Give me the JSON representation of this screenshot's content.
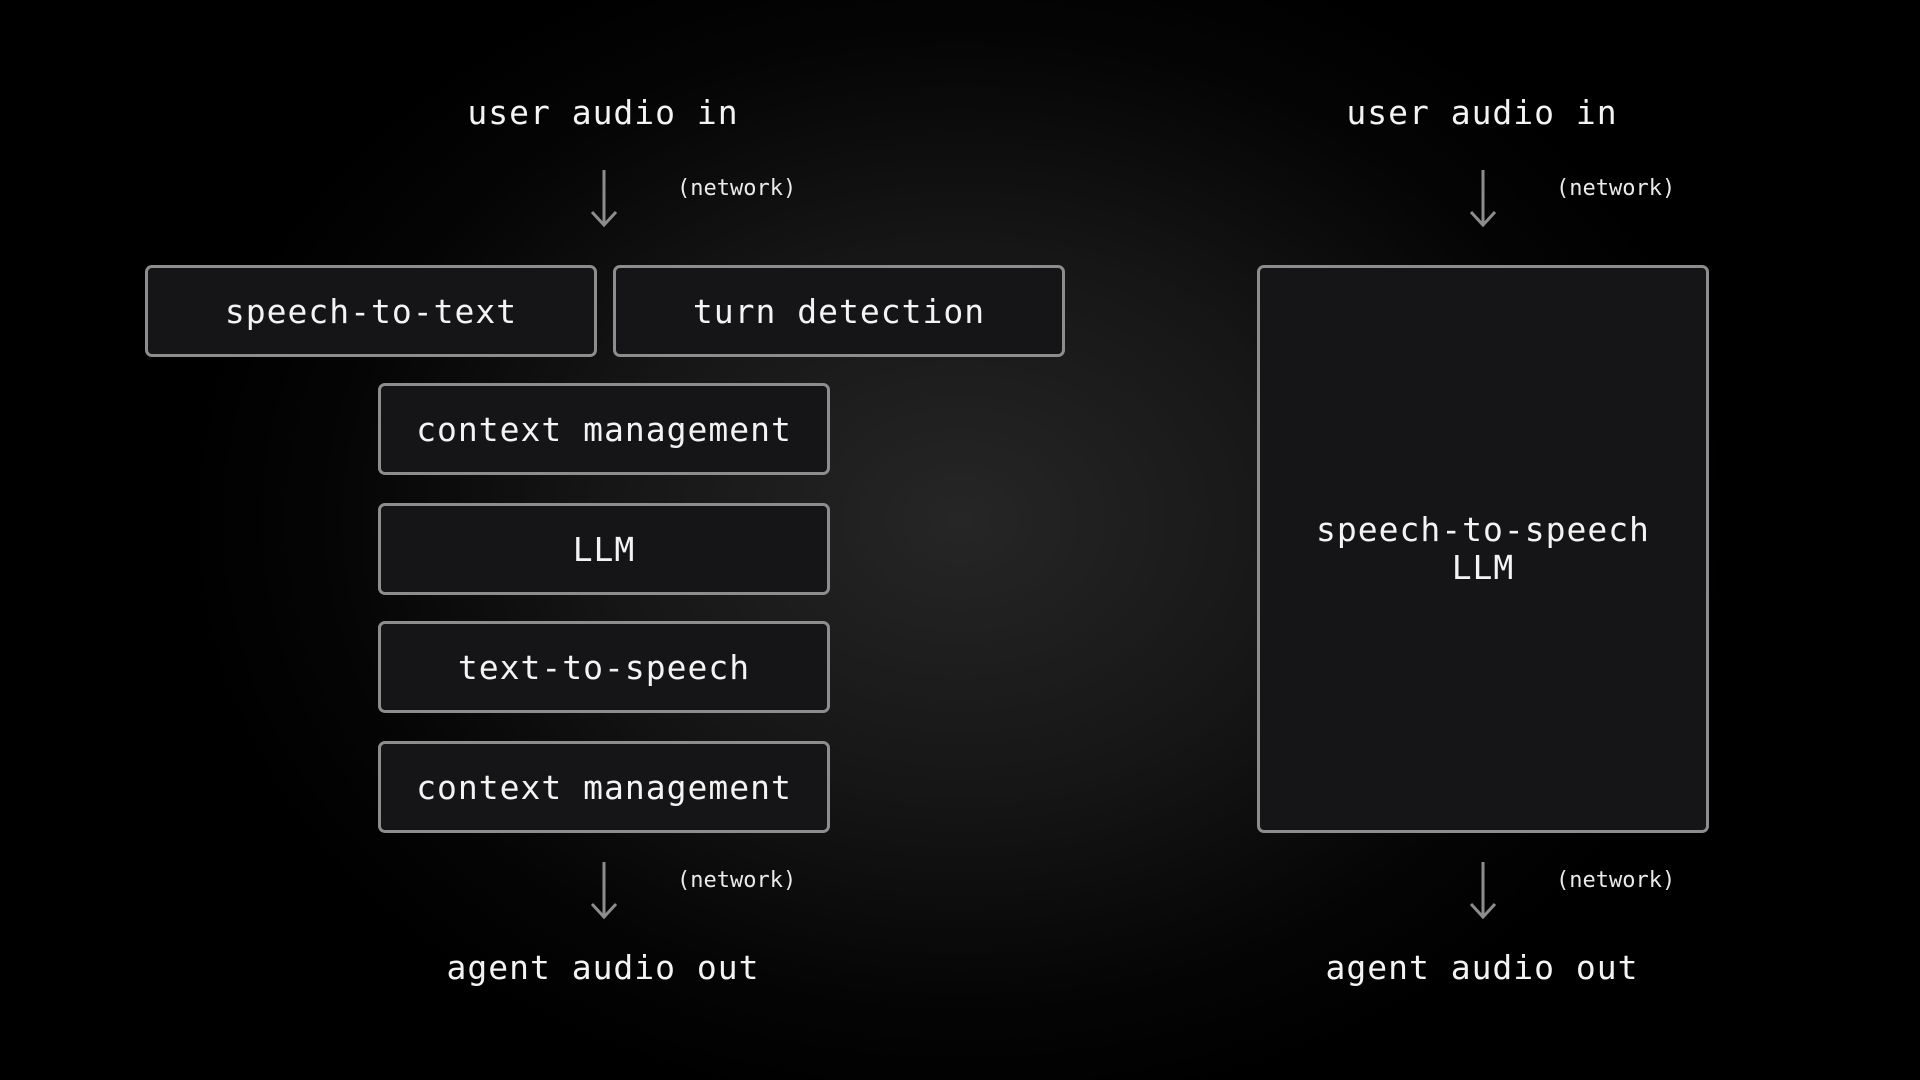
{
  "left": {
    "input_label": "user audio in",
    "input_network": "(network)",
    "top_row": [
      "speech-to-text",
      "turn detection"
    ],
    "stack": [
      "context management",
      "LLM",
      "text-to-speech",
      "context management"
    ],
    "output_network": "(network)",
    "output_label": "agent audio out"
  },
  "right": {
    "input_label": "user audio in",
    "input_network": "(network)",
    "model_lines": [
      "speech-to-speech",
      "LLM"
    ],
    "output_network": "(network)",
    "output_label": "agent audio out"
  },
  "colors": {
    "box_border": "#8d8d8d",
    "box_fill": "#151517",
    "arrow": "#8d8d8d",
    "text": "#f3f3f3"
  },
  "icons": {
    "arrow": "down-arrow-icon"
  }
}
